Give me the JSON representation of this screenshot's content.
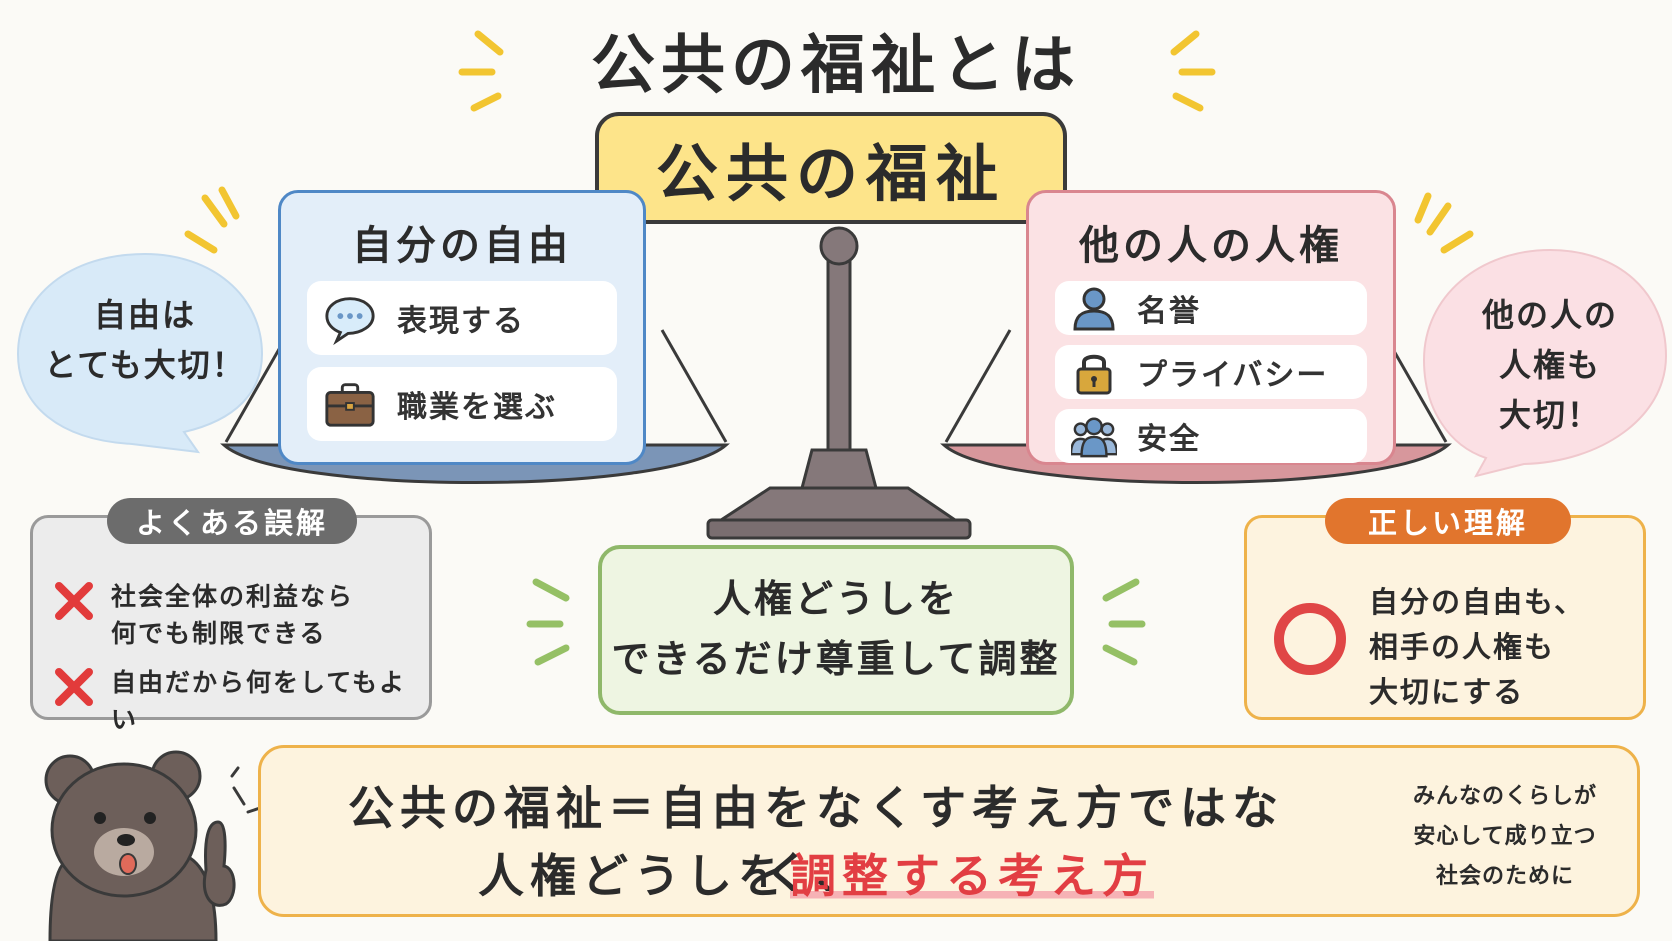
{
  "title": "公共の福祉とは",
  "center_label": "公共の福祉",
  "left_panel": {
    "title": "自分の自由",
    "items": [
      {
        "label": "表現する",
        "icon": "speech-bubble-icon"
      },
      {
        "label": "職業を選ぶ",
        "icon": "briefcase-icon"
      }
    ]
  },
  "right_panel": {
    "title": "他の人の人権",
    "items": [
      {
        "label": "名誉",
        "icon": "person-icon"
      },
      {
        "label": "プライバシー",
        "icon": "lock-icon"
      },
      {
        "label": "安全",
        "icon": "group-icon"
      }
    ]
  },
  "left_bubble": {
    "line1": "自由は",
    "line2": "とても大切！"
  },
  "right_bubble": {
    "line1": "他の人の",
    "line2": "人権も",
    "line3": "大切！"
  },
  "misconception": {
    "badge": "よくある誤解",
    "item1_line1": "社会全体の利益なら",
    "item1_line2": "何でも制限できる",
    "item2": "自由だから何をしてもよい"
  },
  "correct": {
    "badge": "正しい理解",
    "line1": "自分の自由も、",
    "line2": "相手の人権も",
    "line3": "大切にする"
  },
  "center_box": {
    "line1": "人権どうしを",
    "line2": "できるだけ尊重して調整"
  },
  "conclusion": {
    "line1": "公共の福祉＝自由をなくす考え方ではなく、",
    "line2_prefix": "人権どうしを",
    "line2_highlight": "調整する考え方"
  },
  "note": {
    "line1": "みんなのくらしが",
    "line2": "安心して成り立つ",
    "line3": "社会のために"
  },
  "colors": {
    "blue_panel": "#e3eef9",
    "pink_panel": "#fbe2e4",
    "yellow_label": "#fde48a",
    "green_box": "#eef5e2",
    "highlight_red": "#e23e43",
    "cross_red": "#e23b3b",
    "circle_red": "#e04646"
  }
}
